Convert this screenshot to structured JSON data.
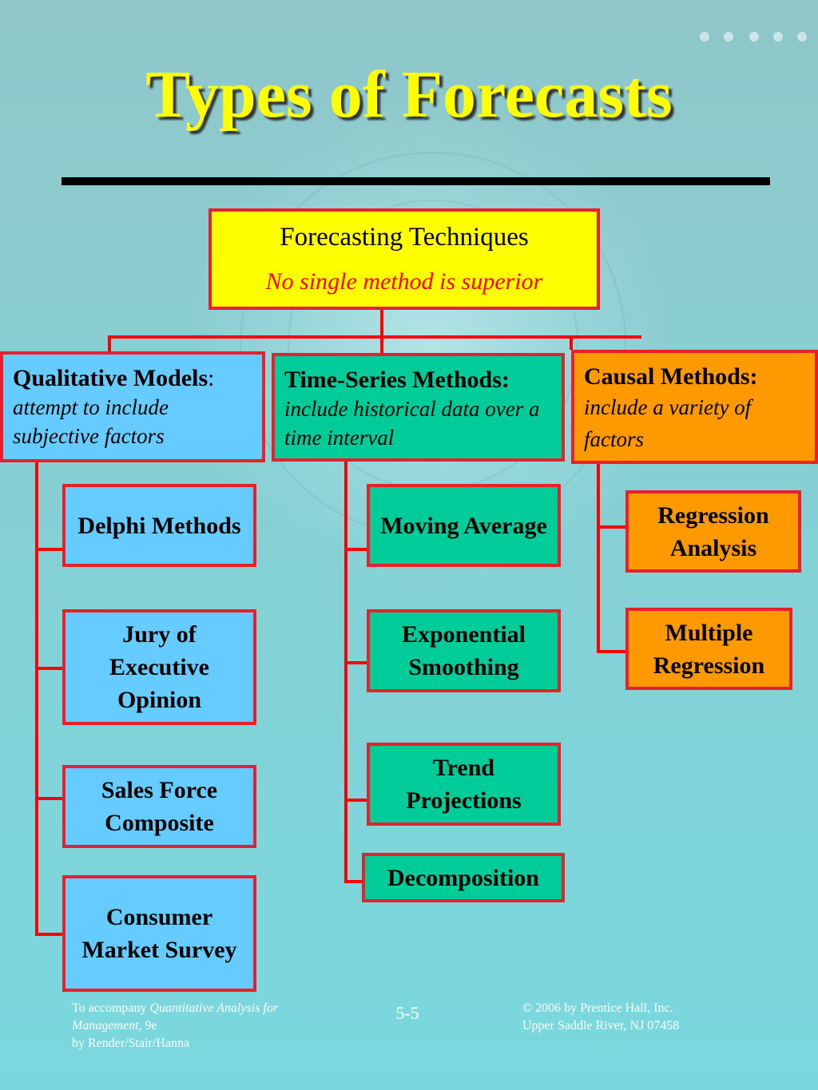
{
  "slide": {
    "title": "Types of Forecasts"
  },
  "root": {
    "title": "Forecasting Techniques",
    "subtitle": "No single method is superior"
  },
  "categories": [
    {
      "title": "Qualitative Models",
      "title_suffix": ":",
      "description": "attempt to include subjective factors",
      "children": [
        "Delphi Methods",
        "Jury of Executive Opinion",
        "Sales Force Composite",
        "Consumer Market Survey"
      ]
    },
    {
      "title": "Time-Series Methods:",
      "description": "include historical data over a time interval",
      "children": [
        "Moving Average",
        "Exponential Smoothing",
        "Trend Projections",
        "Decomposition"
      ]
    },
    {
      "title": "Causal  Methods:",
      "description": "include a variety of factors",
      "children": [
        "Regression Analysis",
        "Multiple Regression"
      ]
    }
  ],
  "footer": {
    "left_prefix": "To accompany ",
    "left_book": "Quantitative Analysis for Management,",
    "left_edition": " 9e",
    "left_authors": "by Render/Stair/Hanna",
    "page_number": "5-5",
    "right_line1": "© 2006 by Prentice Hall, Inc.",
    "right_line2": "Upper Saddle River,  NJ 07458"
  },
  "colors": {
    "title": "#ffff00",
    "root_fill": "#ffff00",
    "border": "#e8202b",
    "qualitative_fill": "#66ccff",
    "time_series_fill": "#00cc99",
    "causal_fill": "#ff9900",
    "connector": "#ff0000"
  }
}
